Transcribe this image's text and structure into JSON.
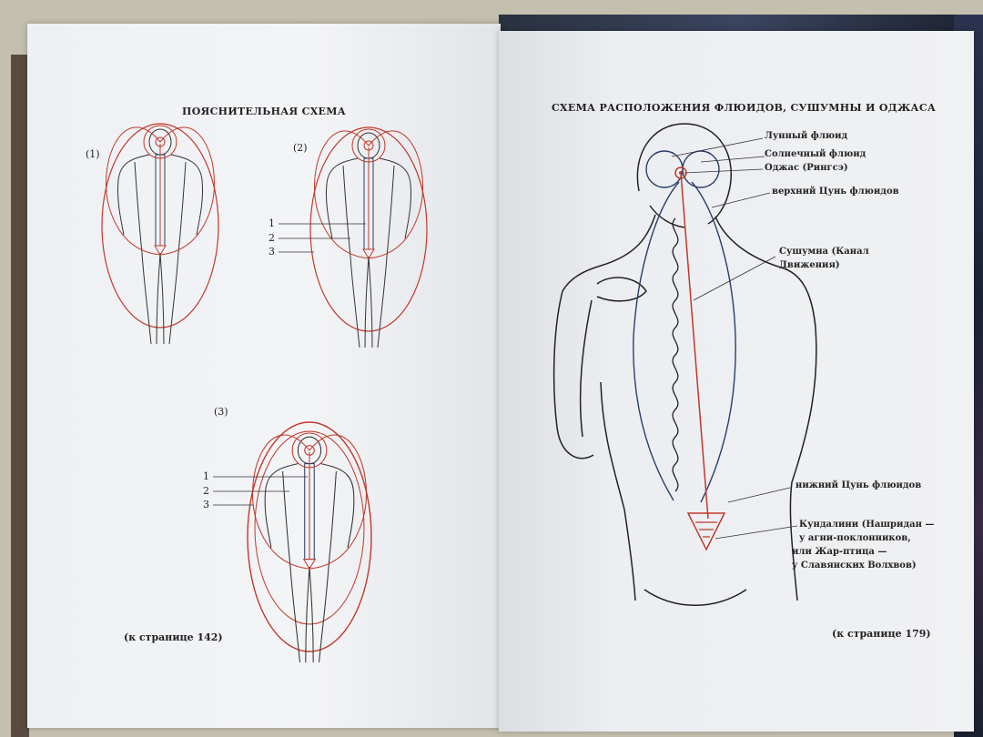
{
  "left_page": {
    "title": "ПОЯСНИТЕЛЬНАЯ СХЕМА",
    "figure_1_label": "(1)",
    "figure_2_label": "(2)",
    "figure_3_label": "(3)",
    "numbers": [
      "1",
      "2",
      "3"
    ],
    "footnote": "(к странице 142)"
  },
  "right_page": {
    "title": "СХЕМА РАСПОЛОЖЕНИЯ ФЛЮИДОВ, СУШУМНЫ И ОДЖАСА",
    "labels": {
      "lunar": "Лунный флюид",
      "solar": "Солнечный флюид",
      "ojas": "Оджас (Рингсэ)",
      "upper": "верхний Цунь флюидов",
      "sushumna_1": "Сушумна (Канал",
      "sushumna_2": "Движения)",
      "lower": "нижний Цунь флюидов",
      "kundalini_1": "Кундалини (Нашридан —",
      "kundalini_2": "у агни-поклонников,",
      "kundalini_3": "или Жар-птица —",
      "kundalini_4": "у Славянских Волхвов)"
    },
    "footnote": "(к странице 179)"
  },
  "colors": {
    "aura_red": "#c0392b",
    "body_line": "#333333",
    "channel_blue": "#2c3e6b"
  }
}
